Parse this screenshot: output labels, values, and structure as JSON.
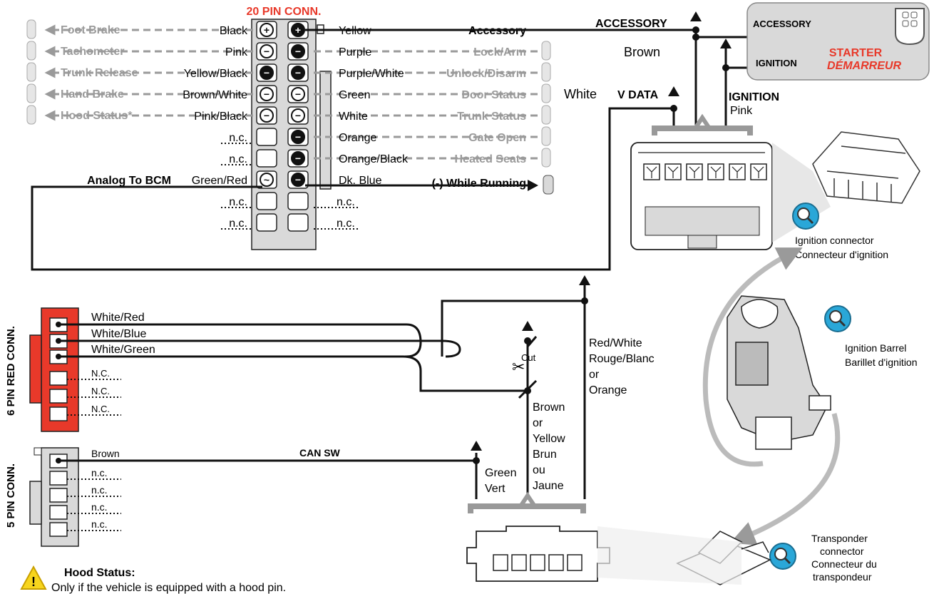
{
  "conn20": {
    "title": "20 PIN CONN.",
    "left_wires": [
      "Black",
      "Pink",
      "Yellow/Black",
      "Brown/White",
      "Pink/Black",
      "n.c.",
      "n.c.",
      "Green/Red",
      "n.c.",
      "n.c."
    ],
    "left_funcs": [
      "Foot Brake",
      "Tachometer",
      "Trunk Release",
      "Hand Brake",
      "Hood Status*"
    ],
    "analog": "Analog To BCM",
    "right_wires": [
      "Yellow",
      "Purple",
      "Purple/White",
      "Green",
      "White",
      "Orange",
      "Orange/Black",
      "Dk. Blue",
      "n.c.",
      "n.c."
    ],
    "right_funcs": [
      "Accessory",
      "Lock/Arm",
      "Unlock/Disarm",
      "Door Status",
      "Trunk Status",
      "Gate Open",
      "Heated Seats",
      "(-) While Running"
    ]
  },
  "top_right": {
    "accessory": "ACCESSORY",
    "brown": "Brown",
    "white": "White",
    "vdata": "V DATA",
    "ignition": "IGNITION",
    "pink": "Pink"
  },
  "starter_box": {
    "accessory": "ACCESSORY",
    "ignition": "IGNITION",
    "starter": "STARTER",
    "demarreur": "DÉMARREUR"
  },
  "red6": {
    "title": "6 PIN RED CONN.",
    "wires": [
      "White/Red",
      "White/Blue",
      "White/Green",
      "N.C.",
      "N.C.",
      "N.C."
    ],
    "cut": "Cut"
  },
  "conn5": {
    "title": "5 PIN CONN.",
    "wires": [
      "Brown",
      "n.c.",
      "n.c.",
      "n.c.",
      "n.c."
    ],
    "can": "CAN SW"
  },
  "mid_labels": {
    "redwhite": [
      "Red/White",
      "Rouge/Blanc",
      "or",
      "Orange"
    ],
    "brown": [
      "Brown",
      "or",
      "Yellow",
      "Brun",
      "ou",
      "Jaune"
    ],
    "green": [
      "Green",
      "Vert"
    ]
  },
  "callouts": {
    "ign_conn": [
      "Ignition connector",
      "Connecteur d'ignition"
    ],
    "ign_barrel": [
      "Ignition Barrel",
      "Barillet d'ignition"
    ],
    "transponder": [
      "Transponder",
      "connector",
      "Connecteur du",
      "transpondeur"
    ]
  },
  "note": {
    "title": "Hood Status:",
    "text": "Only if the vehicle is equipped with a hood pin."
  },
  "colors": {
    "red": "#e8392a",
    "gray": "#9a9a9a",
    "blue": "#2aa7d8",
    "connector_gray": "#d9d9d9"
  }
}
